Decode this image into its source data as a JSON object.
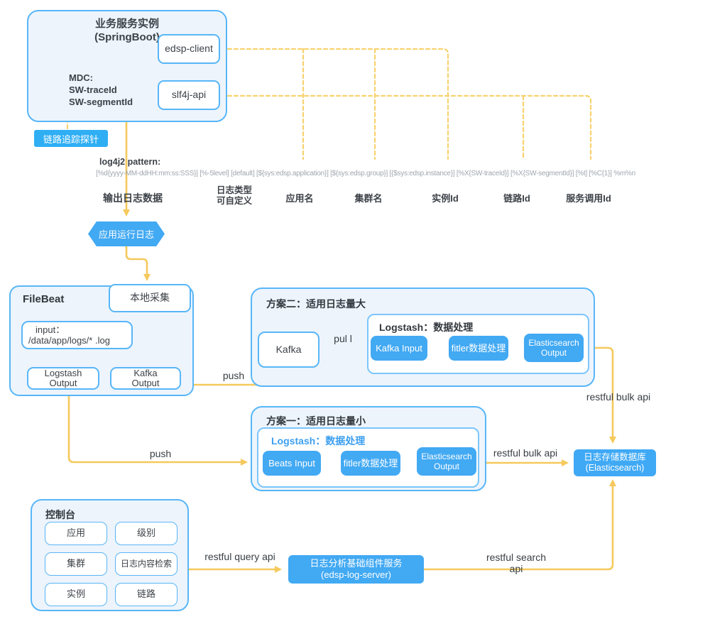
{
  "diagram": {
    "springboot": {
      "title1": "业务服务实例",
      "title2": "(SpringBoot)",
      "mdc1": "MDC:",
      "mdc2": "SW-traceId",
      "mdc3": "SW-segmentId",
      "edsp_client": "edsp-client",
      "slf4j_api": "slf4j-api"
    },
    "trace_probe": "链路追踪探针",
    "log_pattern_title": "log4j2 pattern:",
    "log_pattern": "[%d{yyyy-MM-ddHH:mm:ss:SSS}] [%-5level] [default] [${sys:edsp.application}] [${sys:edsp.group}] [{$sys:edsp.instance}] [%X{SW-traceId}] [%X{SW-segmentId}] [%t] [%C{1}] %m%n",
    "output_label": "输出日志数据",
    "fields": {
      "log_type1": "日志类型",
      "log_type2": "可自定义",
      "app": "应用名",
      "cluster": "集群名",
      "instance": "实例Id",
      "trace": "链路Id",
      "segment": "服务调用Id"
    },
    "app_log": "应用运行日志",
    "filebeat": {
      "title": "FileBeat",
      "local_collect": "本地采集",
      "input1": "input：",
      "input2": "/data/app/logs/* .log",
      "logstash_out1": "Logstash",
      "logstash_out2": "Output",
      "kafka_out1": "Kafka",
      "kafka_out2": "Output"
    },
    "plan2": {
      "title": "方案二：适用日志量大",
      "kafka": "Kafka",
      "pull": "pul l",
      "logstash_title": "Logstash：数据处理",
      "input": "Kafka Input",
      "filter": "fitler数据处理",
      "es1": "Elasticsearch",
      "es2": "Output"
    },
    "plan1": {
      "title": "方案一：适用日志量小",
      "logstash_title": "Logstash：数据处理",
      "input": "Beats Input",
      "filter": "fitler数据处理",
      "es1": "Elasticsearch",
      "es2": "Output"
    },
    "es_store1": "日志存储数据库",
    "es_store2": "(Elasticsearch)",
    "console": {
      "title": "控制台",
      "items": [
        "应用",
        "级别",
        "集群",
        "日志内容检索",
        "实例",
        "链路"
      ]
    },
    "log_server1": "日志分析基础组件服务",
    "log_server2": "(edsp-log-server)",
    "edges": {
      "push_top": "push",
      "push_bottom": "push",
      "bulk_top": "restful bulk api",
      "bulk_mid": "restful bulk api",
      "query": "restful query api",
      "search": "restful search api"
    },
    "colors": {
      "accent_blue": "#42A9F3",
      "border_blue": "#58B6F8",
      "panel_fill": "#EDF4FC",
      "arrow_yellow": "#F5C95C",
      "dashed_yellow": "#F7D26E",
      "text_dark": "#3D4248",
      "text_gray": "#9FA6AE",
      "logstash_title_blue": "#3D9FF0"
    }
  }
}
